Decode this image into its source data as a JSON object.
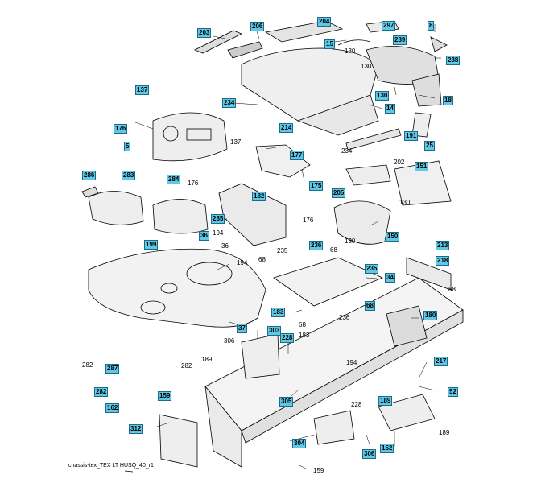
{
  "caption": "chassis-tex_TEX LT HUSQ_40_r1",
  "callouts": [
    {
      "id": "c203",
      "text": "203",
      "boxed": true
    },
    {
      "id": "c206",
      "text": "206",
      "boxed": true
    },
    {
      "id": "c204",
      "text": "204",
      "boxed": true
    },
    {
      "id": "c297",
      "text": "297",
      "boxed": true
    },
    {
      "id": "c8a",
      "text": "8",
      "boxed": true
    },
    {
      "id": "c15",
      "text": "15",
      "boxed": true
    },
    {
      "id": "c239",
      "text": "239",
      "boxed": true
    },
    {
      "id": "c238",
      "text": "238",
      "boxed": true
    },
    {
      "id": "c130a",
      "text": "130",
      "boxed": false
    },
    {
      "id": "c130b",
      "text": "130",
      "boxed": false
    },
    {
      "id": "c130c",
      "text": "130",
      "boxed": true
    },
    {
      "id": "c18",
      "text": "18",
      "boxed": true
    },
    {
      "id": "c137a",
      "text": "137",
      "boxed": true
    },
    {
      "id": "c234a",
      "text": "234",
      "boxed": true
    },
    {
      "id": "c14",
      "text": "14",
      "boxed": true
    },
    {
      "id": "c176a",
      "text": "176",
      "boxed": true
    },
    {
      "id": "c214",
      "text": "214",
      "boxed": true
    },
    {
      "id": "c137b",
      "text": "137",
      "boxed": false
    },
    {
      "id": "c191",
      "text": "191",
      "boxed": true
    },
    {
      "id": "c25",
      "text": "25",
      "boxed": true
    },
    {
      "id": "c234b",
      "text": "234",
      "boxed": false
    },
    {
      "id": "c5",
      "text": "5",
      "boxed": true
    },
    {
      "id": "c177",
      "text": "177",
      "boxed": true
    },
    {
      "id": "c202",
      "text": "202",
      "boxed": false
    },
    {
      "id": "c151",
      "text": "151",
      "boxed": true
    },
    {
      "id": "c175",
      "text": "175",
      "boxed": true
    },
    {
      "id": "c176b",
      "text": "176",
      "boxed": false
    },
    {
      "id": "c286",
      "text": "286",
      "boxed": true
    },
    {
      "id": "c283",
      "text": "283",
      "boxed": true
    },
    {
      "id": "c284",
      "text": "284",
      "boxed": true
    },
    {
      "id": "c182",
      "text": "182",
      "boxed": true
    },
    {
      "id": "c205",
      "text": "205",
      "boxed": true
    },
    {
      "id": "c130d",
      "text": "130",
      "boxed": false
    },
    {
      "id": "c176c",
      "text": "176",
      "boxed": false
    },
    {
      "id": "c285",
      "text": "285",
      "boxed": true
    },
    {
      "id": "c36a",
      "text": "36",
      "boxed": true
    },
    {
      "id": "c194a",
      "text": "194",
      "boxed": false
    },
    {
      "id": "c199",
      "text": "199",
      "boxed": true
    },
    {
      "id": "c36b",
      "text": "36",
      "boxed": false
    },
    {
      "id": "c130e",
      "text": "130",
      "boxed": false
    },
    {
      "id": "c150",
      "text": "150",
      "boxed": true
    },
    {
      "id": "c213",
      "text": "213",
      "boxed": true
    },
    {
      "id": "c236a",
      "text": "236",
      "boxed": true
    },
    {
      "id": "c235a",
      "text": "235",
      "boxed": false
    },
    {
      "id": "c68a",
      "text": "68",
      "boxed": false
    },
    {
      "id": "c218",
      "text": "218",
      "boxed": true
    },
    {
      "id": "c194b",
      "text": "194",
      "boxed": false
    },
    {
      "id": "c68b",
      "text": "68",
      "boxed": false
    },
    {
      "id": "c235b",
      "text": "235",
      "boxed": true
    },
    {
      "id": "c34",
      "text": "34",
      "boxed": true
    },
    {
      "id": "c68c",
      "text": "68",
      "boxed": false
    },
    {
      "id": "c68d",
      "text": "68",
      "boxed": true
    },
    {
      "id": "c183a",
      "text": "183",
      "boxed": true
    },
    {
      "id": "c236b",
      "text": "236",
      "boxed": false
    },
    {
      "id": "c180",
      "text": "180",
      "boxed": true
    },
    {
      "id": "c37",
      "text": "37",
      "boxed": true
    },
    {
      "id": "c68e",
      "text": "68",
      "boxed": false
    },
    {
      "id": "c183b",
      "text": "183",
      "boxed": false
    },
    {
      "id": "c303",
      "text": "303",
      "boxed": true
    },
    {
      "id": "c306a",
      "text": "306",
      "boxed": false
    },
    {
      "id": "c228a",
      "text": "228",
      "boxed": true
    },
    {
      "id": "c282a",
      "text": "282",
      "boxed": false
    },
    {
      "id": "c282b",
      "text": "282",
      "boxed": false
    },
    {
      "id": "c189a",
      "text": "189",
      "boxed": false
    },
    {
      "id": "c194c",
      "text": "194",
      "boxed": false
    },
    {
      "id": "c217",
      "text": "217",
      "boxed": true
    },
    {
      "id": "c287",
      "text": "287",
      "boxed": true
    },
    {
      "id": "c282c",
      "text": "282",
      "boxed": true
    },
    {
      "id": "c159a",
      "text": "159",
      "boxed": true
    },
    {
      "id": "c305",
      "text": "305",
      "boxed": true
    },
    {
      "id": "c189b",
      "text": "189",
      "boxed": true
    },
    {
      "id": "c52",
      "text": "52",
      "boxed": true
    },
    {
      "id": "c162",
      "text": "162",
      "boxed": true
    },
    {
      "id": "c228b",
      "text": "228",
      "boxed": false
    },
    {
      "id": "c312",
      "text": "312",
      "boxed": true
    },
    {
      "id": "c189c",
      "text": "189",
      "boxed": false
    },
    {
      "id": "c304",
      "text": "304",
      "boxed": true
    },
    {
      "id": "c306b",
      "text": "306",
      "boxed": true
    },
    {
      "id": "c152",
      "text": "152",
      "boxed": true
    },
    {
      "id": "c159b",
      "text": "159",
      "boxed": false
    }
  ]
}
